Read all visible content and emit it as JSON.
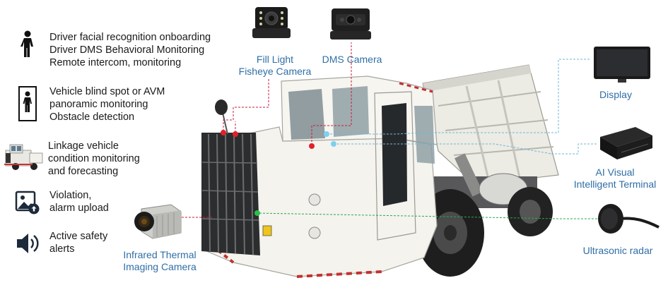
{
  "features": [
    {
      "icon": "person-icon",
      "lines": [
        "Driver facial recognition onboarding",
        "Driver DMS Behavioral Monitoring",
        "Remote intercom, monitoring"
      ]
    },
    {
      "icon": "blind-spot-person-icon",
      "lines": [
        "Vehicle blind spot or AVM",
        "panoramic monitoring",
        "Obstacle detection"
      ]
    },
    {
      "icon": "vehicle-thumbnail-icon",
      "lines": [
        "Linkage vehicle",
        "condition monitoring",
        "and forecasting"
      ]
    },
    {
      "icon": "image-upload-icon",
      "lines": [
        "Violation,",
        "alarm upload"
      ]
    },
    {
      "icon": "speaker-icon",
      "lines": [
        "Active safety",
        "alerts"
      ]
    }
  ],
  "devices": {
    "fill_light_line1": "Fill Light",
    "fill_light_line2": "Fisheye Camera",
    "dms_camera": "DMS Camera",
    "display": "Display",
    "ai_line1": "AI Visual",
    "ai_line2": "Intelligent Terminal",
    "ultrasonic": "Ultrasonic radar",
    "thermal_line1": "Infrared Thermal",
    "thermal_line2": "Imaging Camera"
  },
  "colors": {
    "label": "#2f6ea6",
    "red_leader": "#cc1a3a",
    "blue_leader": "#6fb8d8",
    "green_leader": "#2aa84a"
  }
}
